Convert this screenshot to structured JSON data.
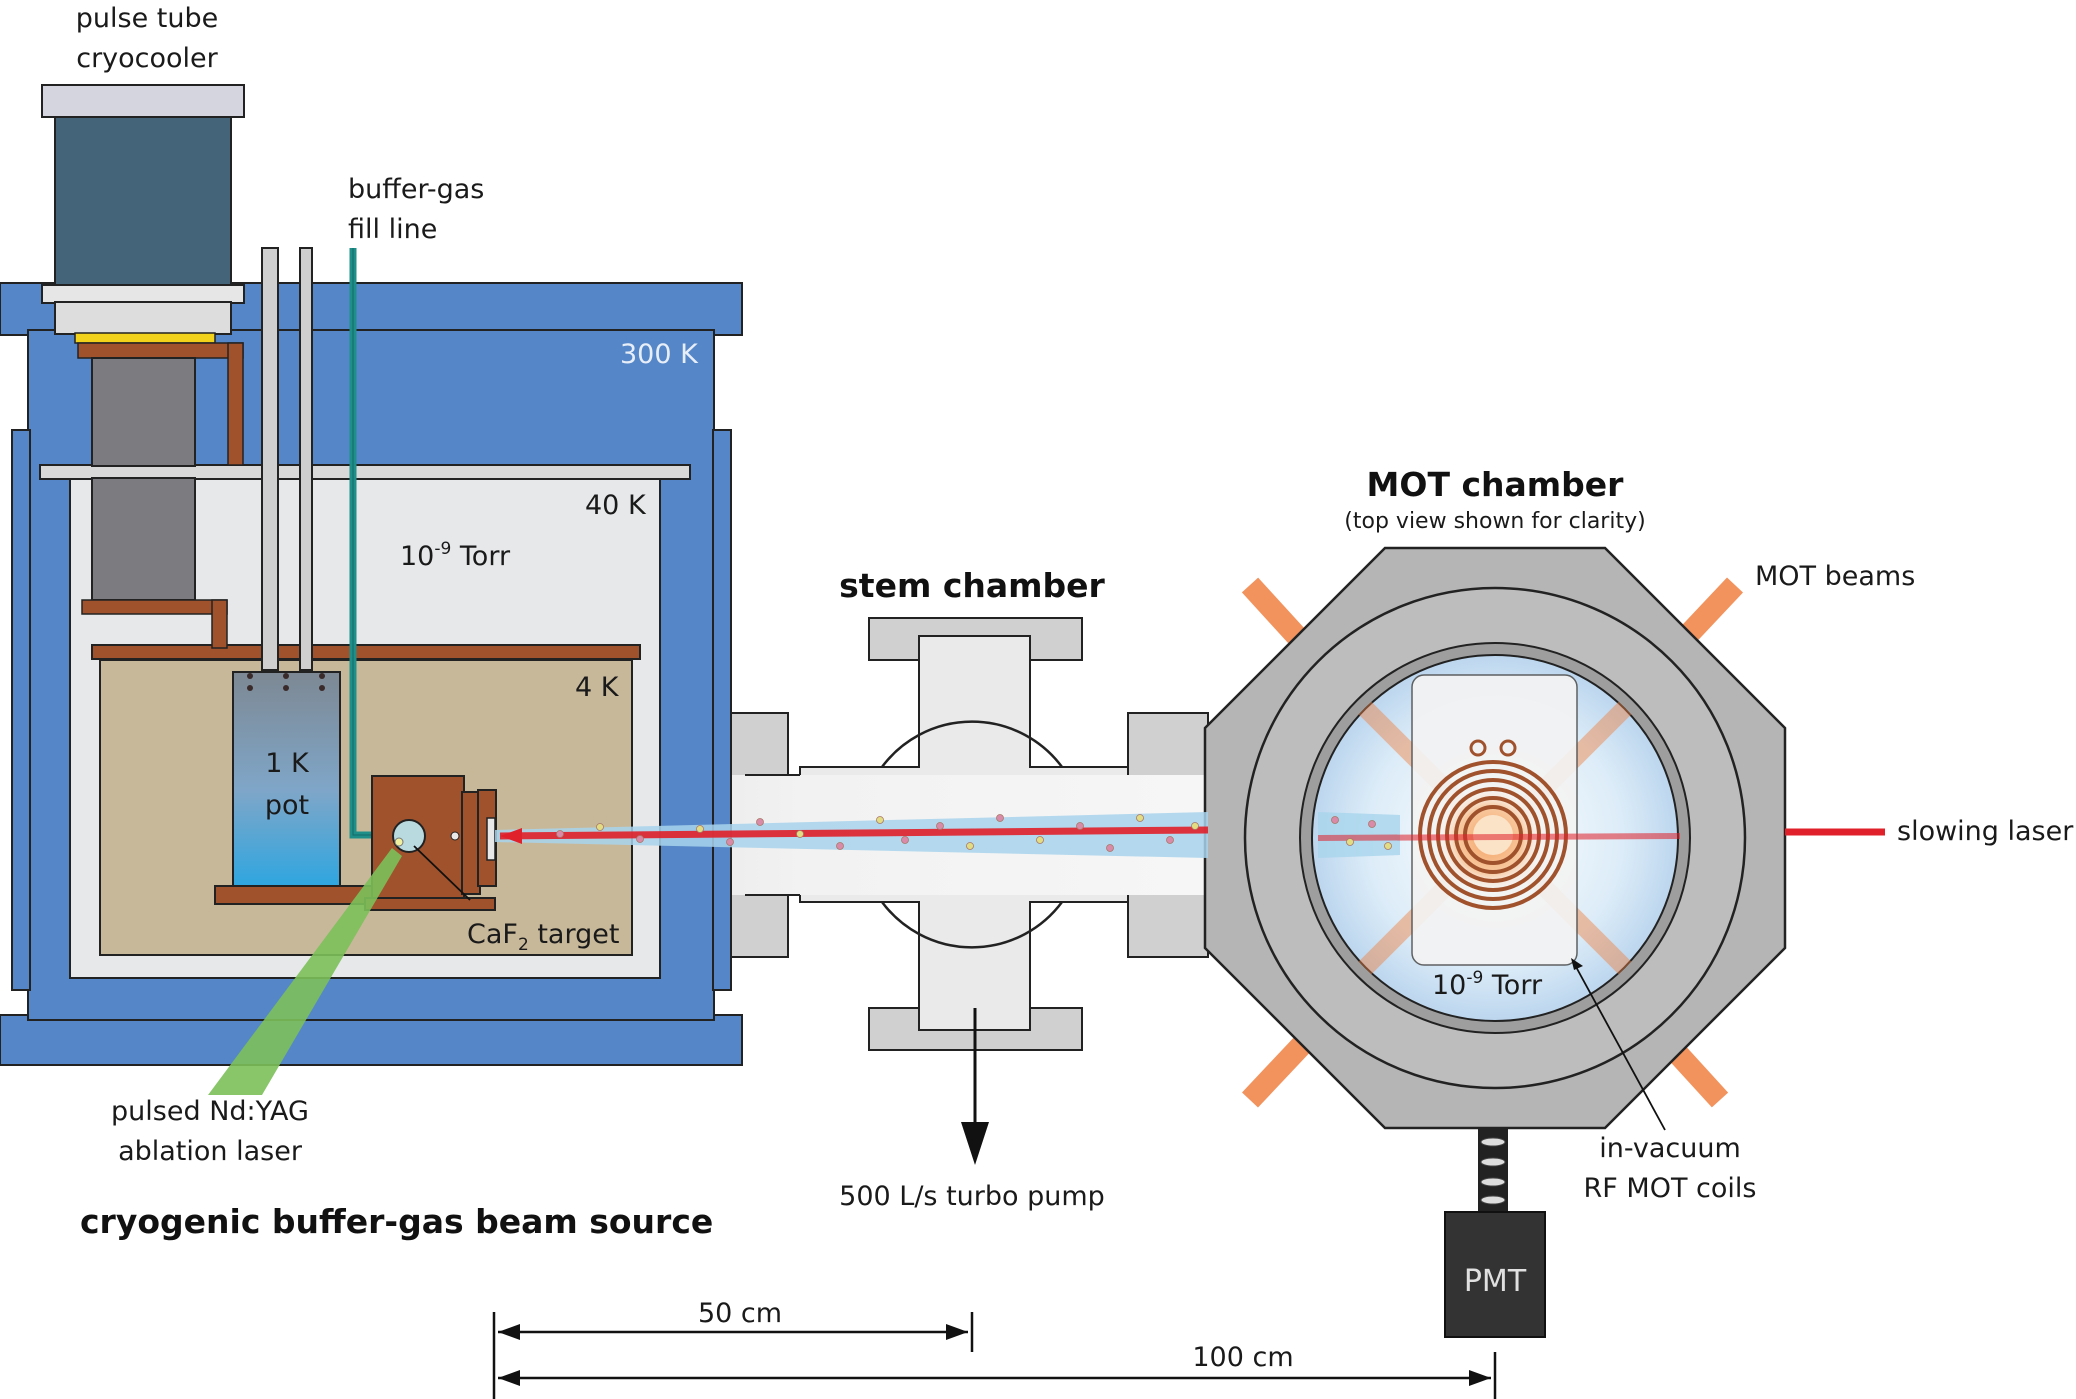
{
  "labels": {
    "pulse_tube_line1": "pulse tube",
    "pulse_tube_line2": "cryocooler",
    "fill_line_1": "buffer-gas",
    "fill_line_2": "fill line",
    "temp_300k": "300 K",
    "temp_40k": "40 K",
    "temp_4k": "4 K",
    "pressure_left_base": "10",
    "pressure_left_exp": "-9",
    "pressure_left_unit": " Torr",
    "pot_line1": "1 K",
    "pot_line2": "pot",
    "target_base": "CaF",
    "target_sub": "2",
    "target_rest": " target",
    "ablation_line1": "pulsed Nd:YAG",
    "ablation_line2": "ablation laser",
    "source_title": "cryogenic buffer-gas beam source",
    "stem_title": "stem chamber",
    "turbo": "500 L/s turbo pump",
    "mot_title": "MOT chamber",
    "mot_subtitle": "(top view shown for clarity)",
    "mot_beams": "MOT beams",
    "slowing_laser": "slowing laser",
    "pressure_mot_base": "10",
    "pressure_mot_exp": "-9",
    "pressure_mot_unit": " Torr",
    "coils_line1": "in-vacuum",
    "coils_line2": "RF MOT coils",
    "pmt": "PMT",
    "scale_50": "50 cm",
    "scale_100": "100 cm"
  },
  "colors": {
    "vacuum_300k": "#5587c8",
    "shield_40k": "#e6e8ea",
    "region_4k": "#c8b89a",
    "copper": "#a0522d",
    "cryocooler_body": "#44647a",
    "fill_line": "#1f8f8a",
    "slowing_laser": "#e0202a",
    "mot_beam": "#f08040",
    "ablation_laser": "#7cc05a",
    "molecular_beam": "#a8d4ec",
    "chamber_grey": "#b5b5b5",
    "pmt_box": "#333333"
  }
}
